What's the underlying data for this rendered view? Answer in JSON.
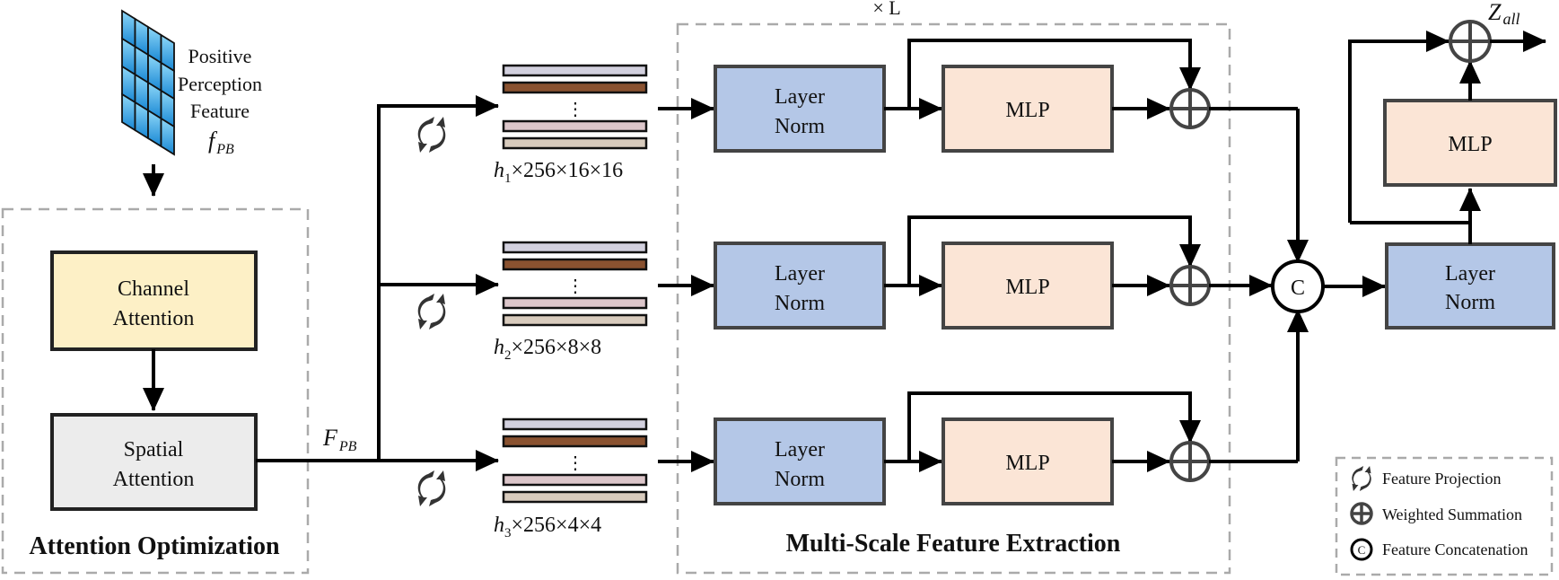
{
  "input_feature": {
    "label_lines": [
      "Positive",
      "Perception",
      "Feature"
    ],
    "symbol": "f",
    "symbol_sub": "PB",
    "grid_color_top": "#7fd0f5",
    "grid_color_bottom": "#1a8fd8"
  },
  "attention_optimization": {
    "title": "Attention Optimization",
    "channel_attention": {
      "line1": "Channel",
      "line2": "Attention",
      "color": "#fdf0c6"
    },
    "spatial_attention": {
      "line1": "Spatial",
      "line2": "Attention",
      "color": "#ececec"
    },
    "output_symbol": "F",
    "output_sub": "PB"
  },
  "branches": [
    {
      "h_symbol": "h",
      "h_sub": "1",
      "dims": "×256×16×16"
    },
    {
      "h_symbol": "h",
      "h_sub": "2",
      "dims": "×256×8×8"
    },
    {
      "h_symbol": "h",
      "h_sub": "3",
      "dims": "×256×4×4"
    }
  ],
  "token_strip_colors": [
    "#d2d0de",
    "#8a5230",
    "#dcc6ca",
    "#d8cbbd"
  ],
  "ellipsis": "⋮",
  "multi_scale": {
    "title": "Multi-Scale Feature Extraction",
    "repeat_label": "× L",
    "layer_norm": {
      "line1": "Layer",
      "line2": "Norm",
      "color": "#b4c7e7"
    },
    "mlp": {
      "label": "MLP",
      "color": "#fbe5d6"
    }
  },
  "concat_symbol": "C",
  "head": {
    "layer_norm": {
      "line1": "Layer",
      "line2": "Norm"
    },
    "mlp": {
      "label": "MLP"
    },
    "output_symbol": "Z",
    "output_sub": "all"
  },
  "legend": {
    "items": [
      {
        "icon": "feature-projection-icon",
        "label": "Feature Projection"
      },
      {
        "icon": "weighted-summation-icon",
        "label": "Weighted Summation"
      },
      {
        "icon": "feature-concatenation-icon",
        "label": "Feature Concatenation",
        "symbol": "C"
      }
    ]
  }
}
